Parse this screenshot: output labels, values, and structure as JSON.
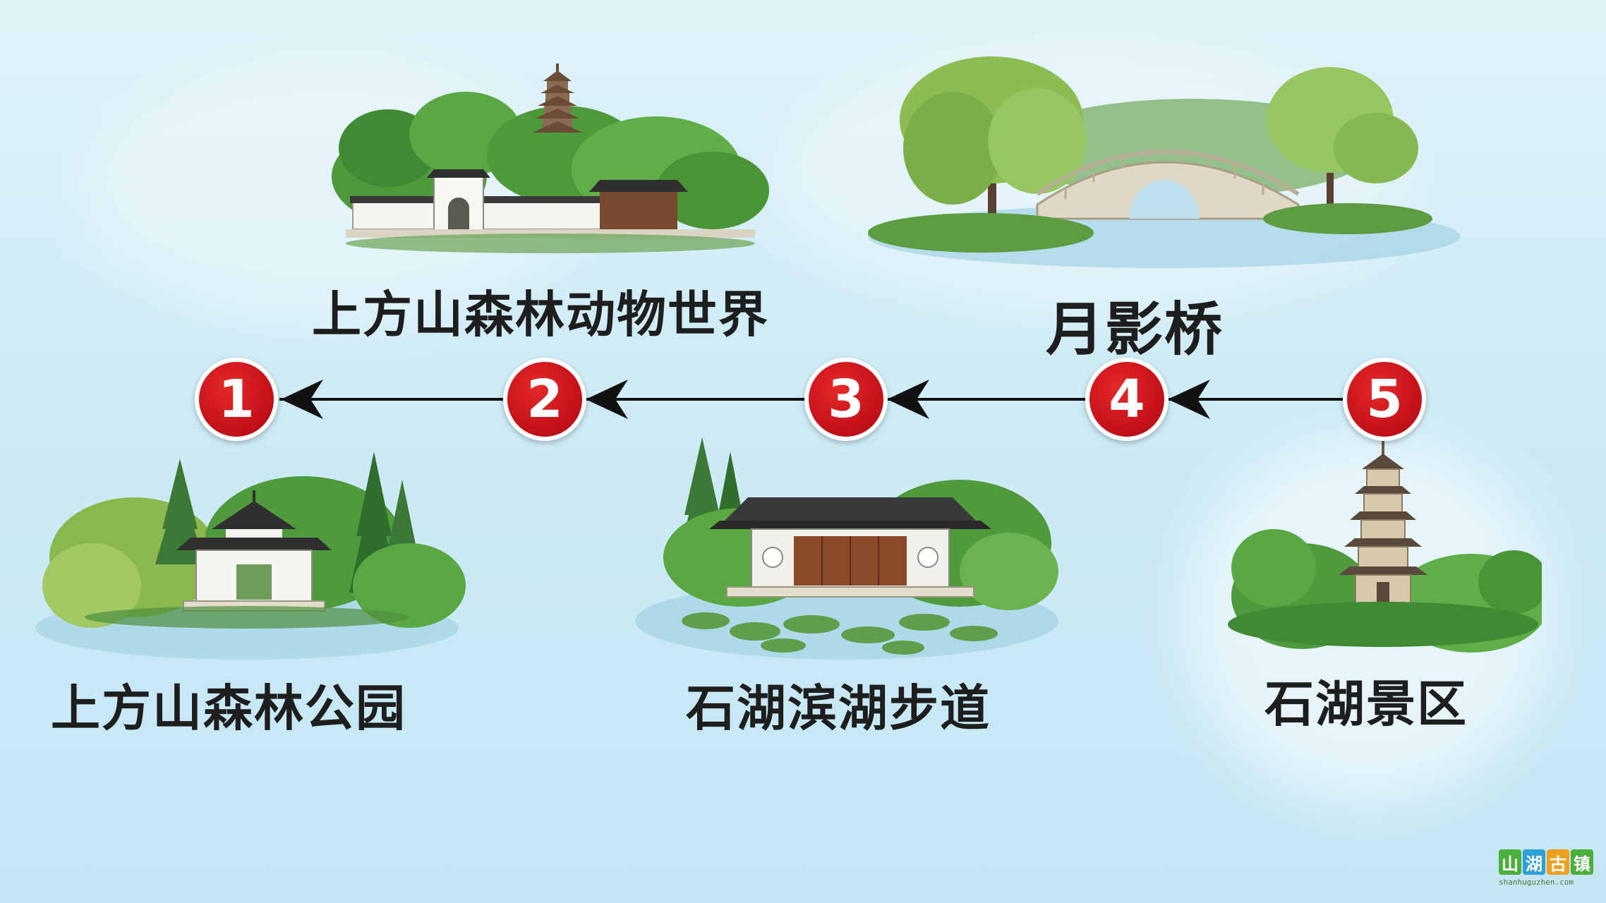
{
  "stops": [
    {
      "number": "1",
      "name": "上方山森林公园"
    },
    {
      "number": "2",
      "name": "上方山森林动物世界"
    },
    {
      "number": "3",
      "name": "石湖滨湖步道"
    },
    {
      "number": "4",
      "name": "月影桥"
    },
    {
      "number": "5",
      "name": "石湖景区"
    }
  ],
  "logo": {
    "chars": [
      "山",
      "湖",
      "古",
      "镇"
    ],
    "url": "shanhuguzhen.com"
  },
  "colors": {
    "badge": "#c8121a",
    "route_line": "#111111",
    "background": "#cdebf6"
  }
}
